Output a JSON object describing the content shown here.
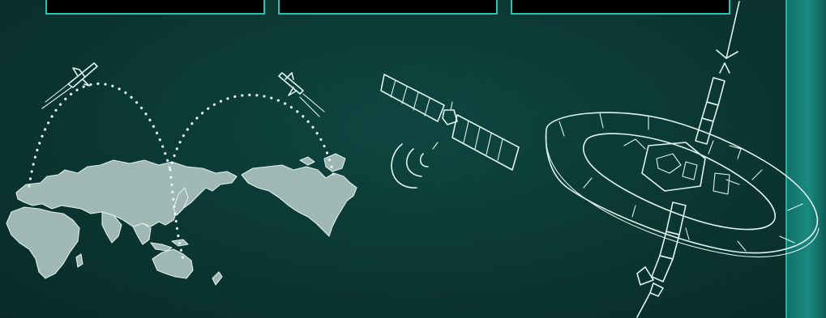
{
  "panels": [
    {
      "name": "panel-left"
    },
    {
      "name": "panel-center"
    },
    {
      "name": "panel-right"
    }
  ],
  "illustrations": {
    "world_map": "world-map-with-flight-arcs",
    "satellite": "satellite-with-signal-waves",
    "space_station": "ring-space-station"
  },
  "colors": {
    "background": "#0d3a36",
    "panel_border": "#1ec8b4",
    "panel_fill": "#000000",
    "side_strip": "#1a8a80",
    "sketch_line": "#dff3ef",
    "land_fill": "#9fb8b3"
  }
}
